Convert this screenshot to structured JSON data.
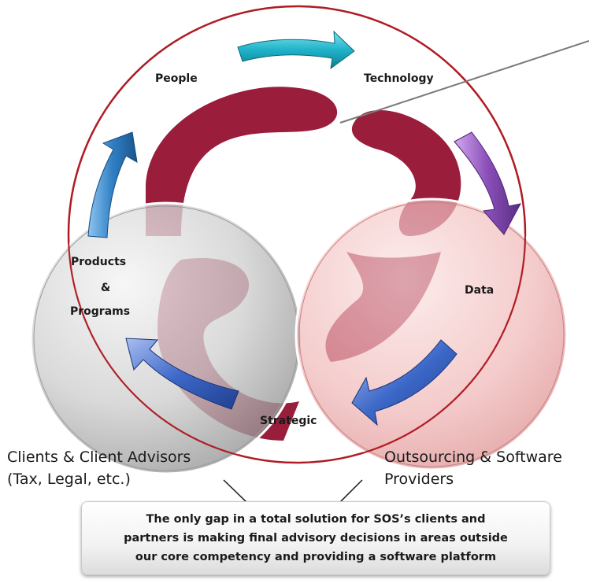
{
  "diagram": {
    "cycle": {
      "people": "People",
      "technology": "Technology",
      "data": "Data",
      "strategic": "Strategic",
      "products": "Products",
      "amp": "&",
      "programs": "Programs"
    },
    "circles": {
      "left_line1": "Clients & Client Advisors",
      "left_line2": "(Tax, Legal, etc.)",
      "right_line1": "Outsourcing & Software",
      "right_line2": "Providers"
    },
    "callout": {
      "line1": "The only  gap in a total solution for SOS’s clients and",
      "line2": "partners is making final advisory decisions in areas outside",
      "line3": "our core competency and providing a software platform"
    },
    "colors": {
      "main_circle_outline": "#b01c24",
      "logo_maroon": "#9b1d3c",
      "arrow_cyan": "#1fb2c8",
      "arrow_purple": "#8a4fb8",
      "arrow_blue": "#3c68c8",
      "arrow_steel": "#2f7fc4",
      "left_circle": "#b0b0b0",
      "right_circle": "#e99a9a"
    }
  }
}
